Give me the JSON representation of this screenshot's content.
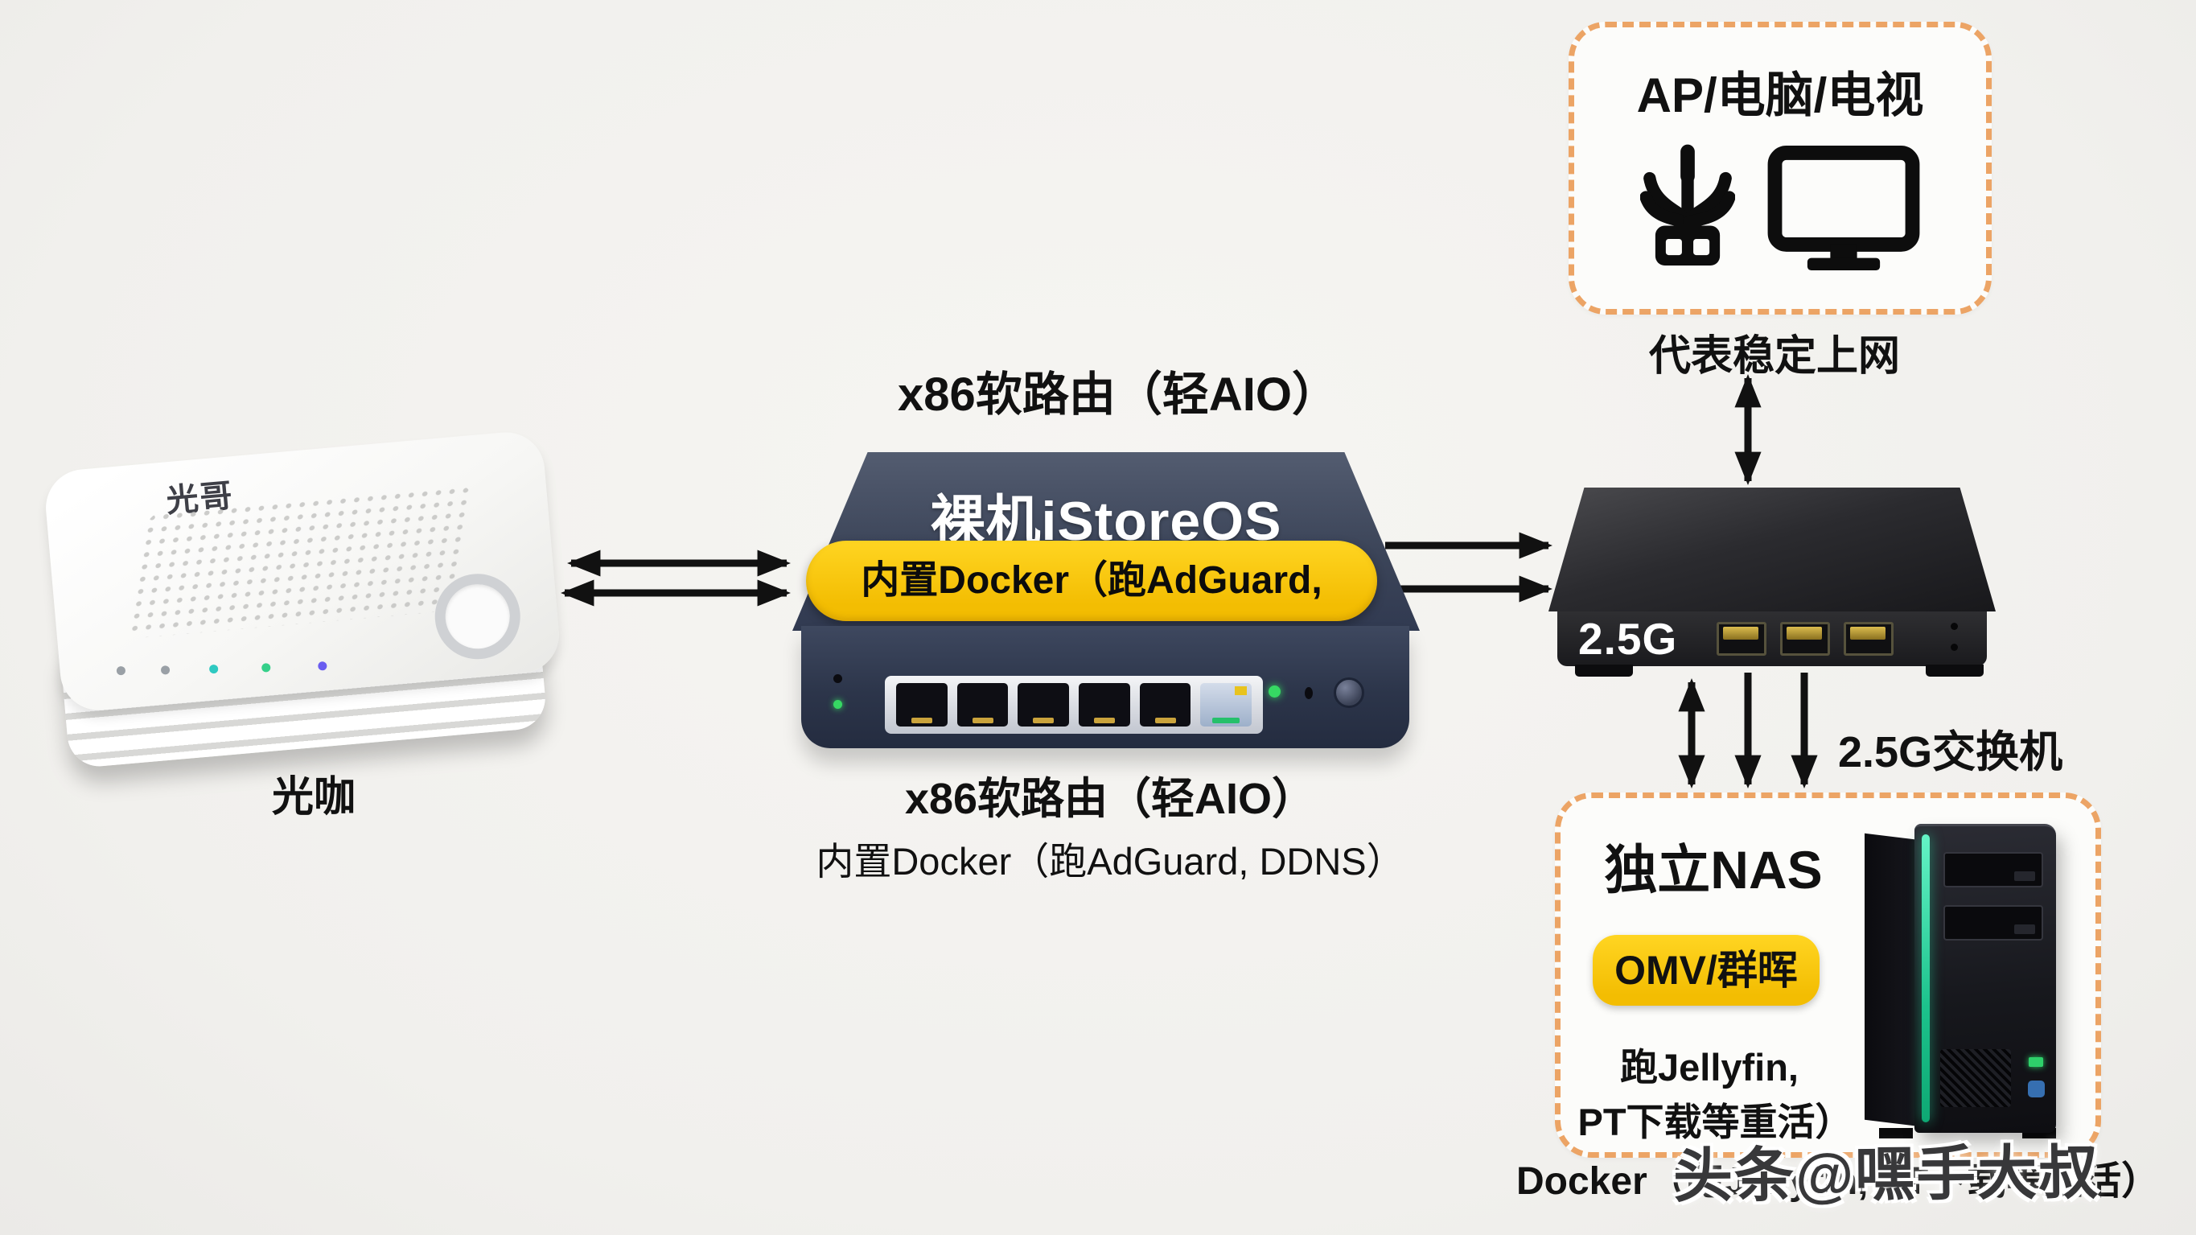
{
  "modem": {
    "brand": "光哥",
    "label": "光咖",
    "led_colors": [
      "#9aa0a6",
      "#9aa0a6",
      "#2fc9c1",
      "#35d08a",
      "#6a5df0"
    ]
  },
  "router": {
    "title": "x86软路由（轻AIO）",
    "os_label": "裸机iStoreOS",
    "badge": "内置Docker（跑AdGuard, DDNS）",
    "caption_title": "x86软路由（轻AIO）",
    "caption_sub": "内置Docker（跑AdGuard, DDNS）",
    "ethernet_port_count": 6
  },
  "switch_device": {
    "front_label": "2.5G",
    "label": "2.5G交换机",
    "port_count": 3
  },
  "ap_box": {
    "title": "AP/电脑/电视",
    "caption": "代表稳定上网",
    "icons": [
      "plant-icon",
      "monitor-icon"
    ]
  },
  "nas_box": {
    "title": "独立NAS",
    "badge": "OMV/群晖",
    "line1": "跑Jellyfin,",
    "line2": "PT下载等重活）",
    "caption": "Docker（跑Jellyfin, PT下载等重活）"
  },
  "watermark": "头条@嘿手大叔",
  "connections": [
    {
      "from": "modem",
      "to": "router",
      "style": "double-arrow",
      "count": 2
    },
    {
      "from": "router",
      "to": "switch",
      "style": "arrow-to-switch",
      "count": 2
    },
    {
      "from": "switch",
      "to": "ap-box",
      "style": "double-arrow",
      "count": 1
    },
    {
      "from": "switch",
      "to": "nas-box",
      "style": "double-arrow",
      "count": 1
    },
    {
      "from": "switch",
      "to": "nas-box",
      "style": "arrow-down",
      "count": 2
    }
  ],
  "colors": {
    "background": "#f3f2ef",
    "badge_yellow": "#f6c51b",
    "dashed_border": "#eca465",
    "router_body": "#39435a",
    "switch_body": "#1d1d20",
    "nas_teal": "#2bd9a0",
    "arrow": "#111111"
  }
}
